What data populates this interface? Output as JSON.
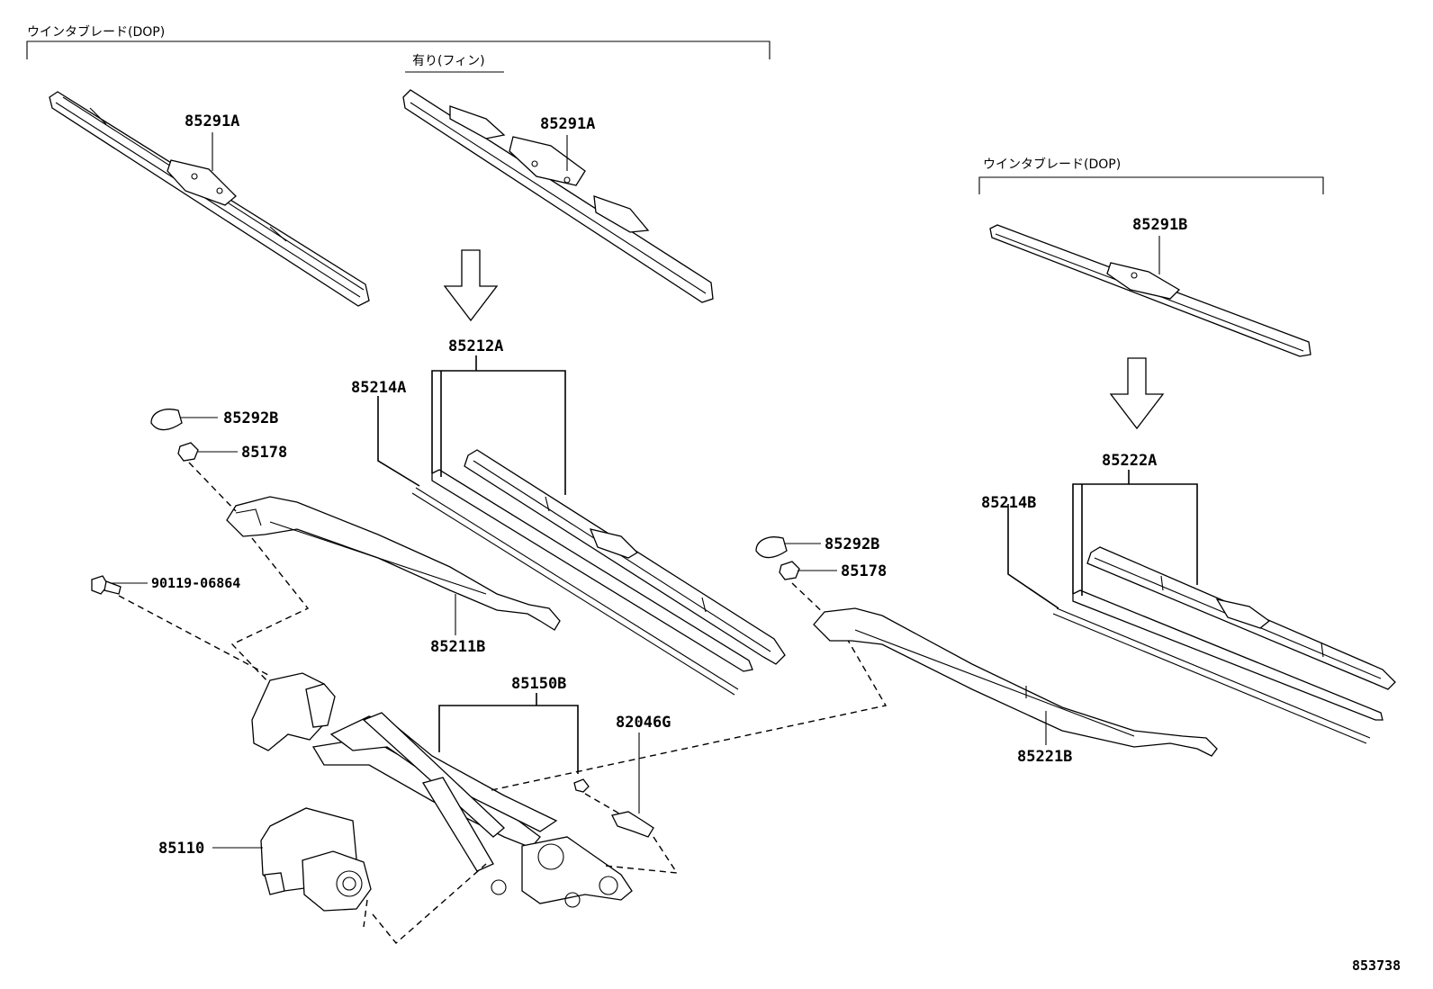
{
  "section_labels": {
    "left_dop": "ウインタブレード(DOP)",
    "fin": "有り(フィン)",
    "right_dop": "ウインタブレード(DOP)"
  },
  "part_numbers": {
    "p85291A_left": "85291A",
    "p85291A_fin": "85291A",
    "p85291B": "85291B",
    "p85212A": "85212A",
    "p85214A": "85214A",
    "p85292B_left": "85292B",
    "p85178_left": "85178",
    "p90119": "90119-06864",
    "p85211B": "85211B",
    "p85150B": "85150B",
    "p82046G": "82046G",
    "p85110": "85110",
    "p85292B_right": "85292B",
    "p85178_right": "85178",
    "p85221B": "85221B",
    "p85222A": "85222A",
    "p85214B": "85214B"
  },
  "diagram_id": "853738"
}
